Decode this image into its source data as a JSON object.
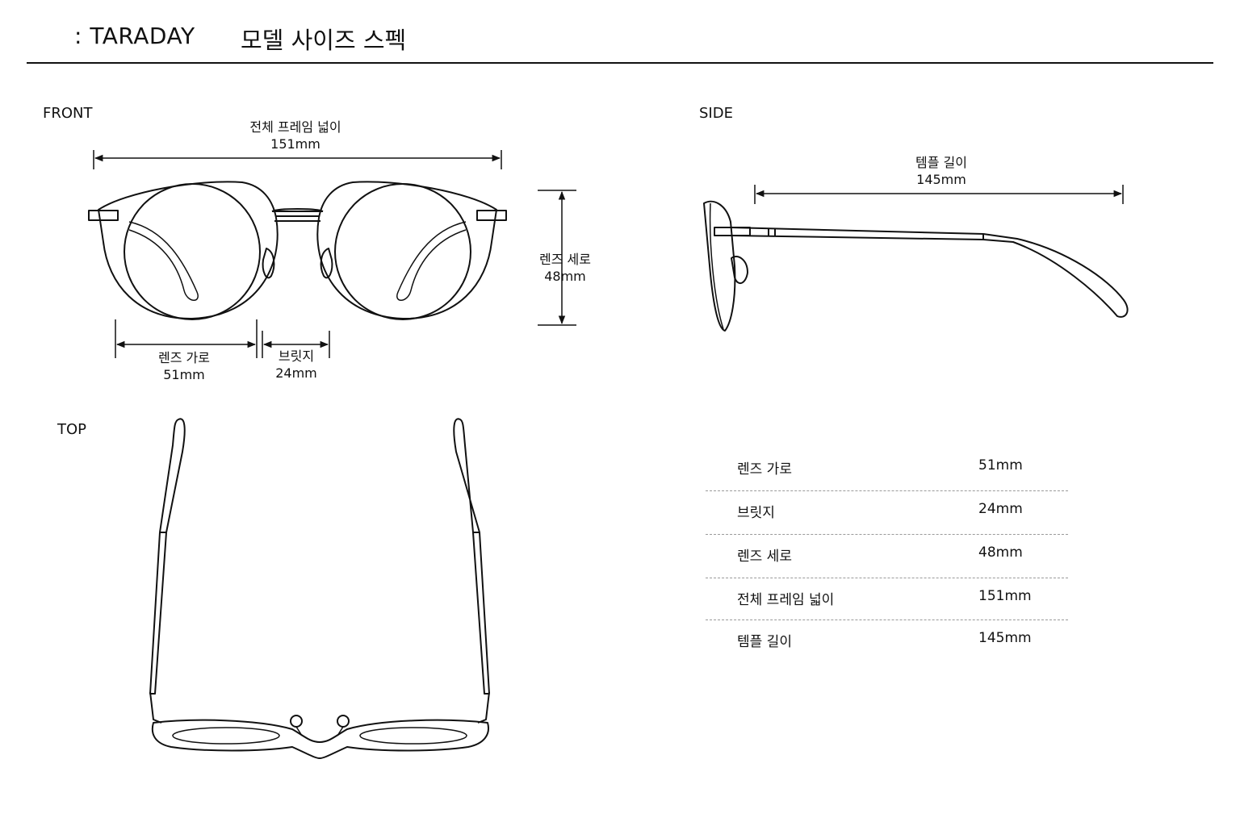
{
  "header": {
    "brand": ": TARADAY",
    "title": "모델 사이즈 스펙"
  },
  "views": {
    "front_label": "FRONT",
    "side_label": "SIDE",
    "top_label": "TOP"
  },
  "dimensions": {
    "frame_width": {
      "name": "전체 프레임 넓이",
      "value": "151mm"
    },
    "temple_length": {
      "name": "템플 길이",
      "value": "145mm"
    },
    "lens_height": {
      "name": "렌즈 세로",
      "value": "48mm"
    },
    "lens_width": {
      "name": "렌즈 가로",
      "value": "51mm"
    },
    "bridge": {
      "name": "브릿지",
      "value": "24mm"
    }
  },
  "spec_table": {
    "rows": [
      {
        "name": "렌즈 가로",
        "value": "51mm"
      },
      {
        "name": "브릿지",
        "value": "24mm"
      },
      {
        "name": "렌즈 세로",
        "value": "48mm"
      },
      {
        "name": "전체 프레임 넓이",
        "value": "151mm"
      },
      {
        "name": "템플 길이",
        "value": "145mm"
      }
    ]
  },
  "colors": {
    "line": "#111111",
    "divider": "#9a9a9a",
    "background": "#ffffff"
  }
}
